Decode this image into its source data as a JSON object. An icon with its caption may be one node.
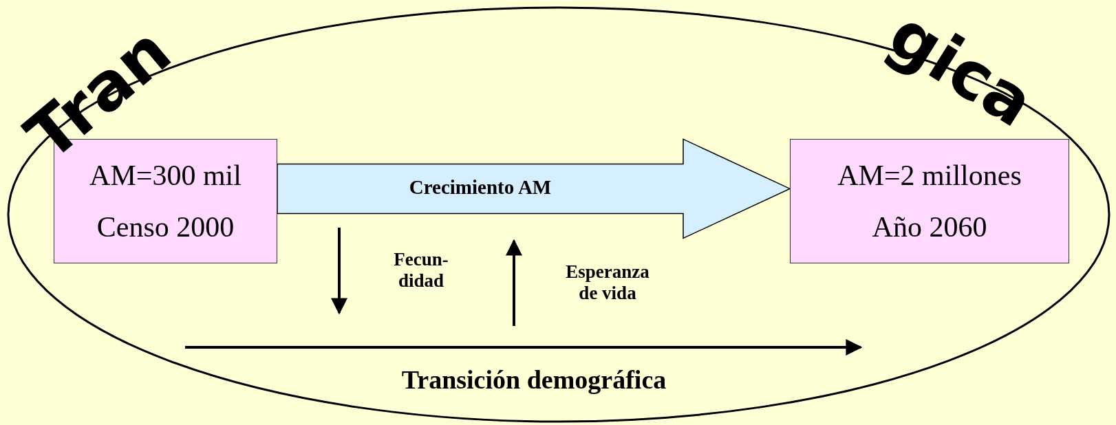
{
  "diagram": {
    "nodes": [
      {
        "text": [],
        "shape": "ellipse"
      },
      {
        "text": [
          "AM=300 mil",
          "Censo 2000"
        ],
        "in": 0
      },
      {
        "text": [
          "AM=2 millones",
          "Año 2060"
        ],
        "in": 0
      }
    ],
    "edges": [
      {
        "from": 1,
        "to": 2,
        "arrow": "to",
        "label": "Crecimiento AM",
        "style": "thick"
      }
    ],
    "labels": [
      "Tran",
      "gica",
      "Fecun- didad",
      "Esperanza de vida",
      "Transición demográfica"
    ]
  }
}
